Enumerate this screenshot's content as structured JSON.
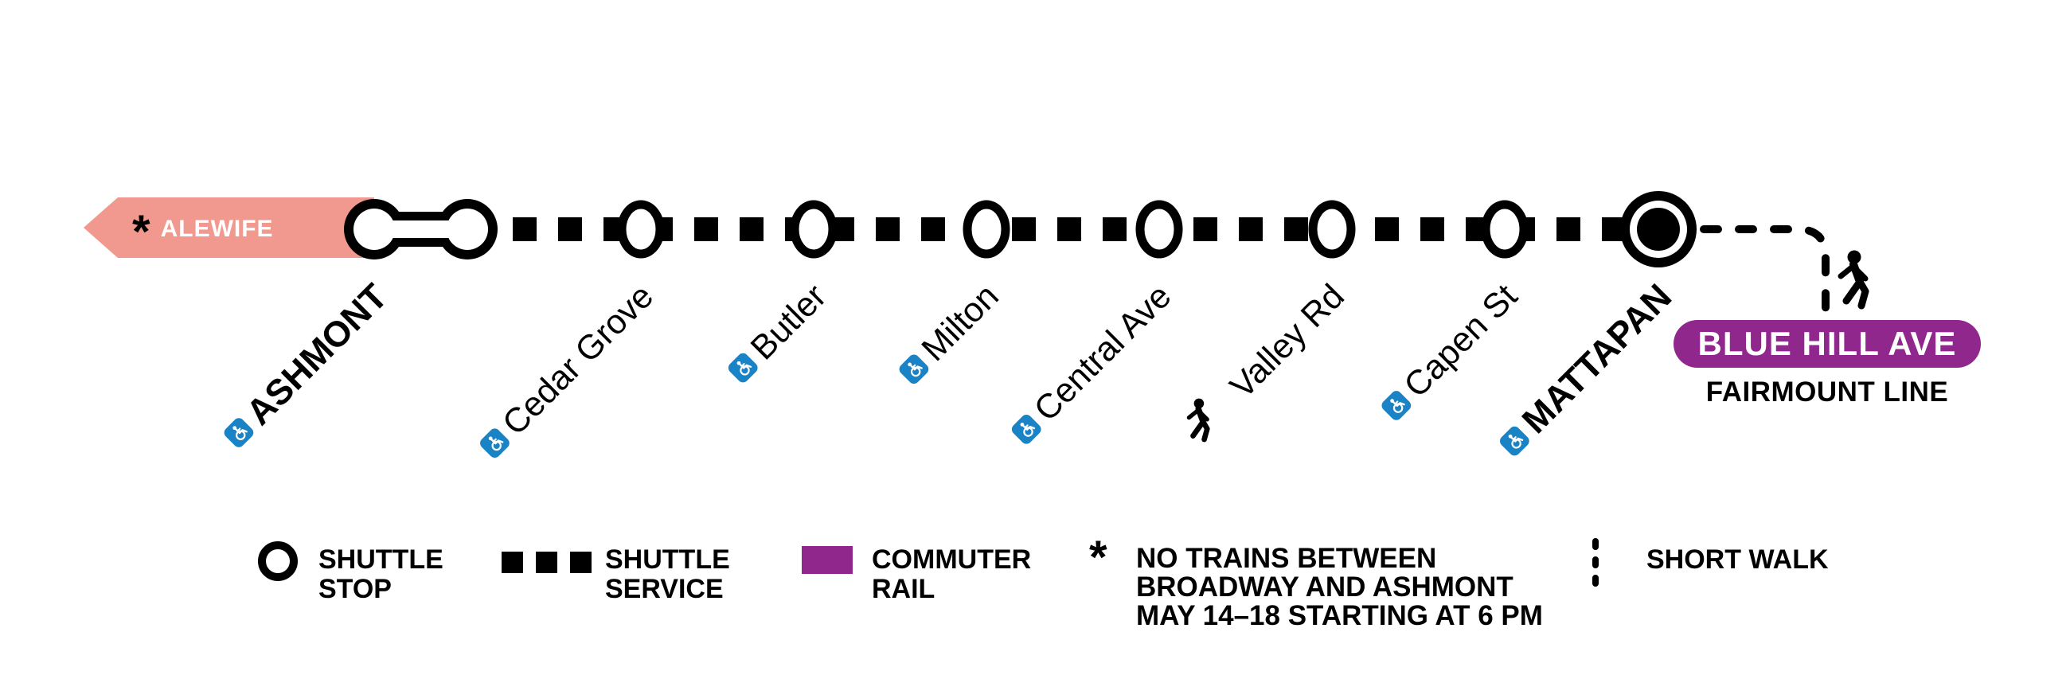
{
  "diagram": {
    "direction_arrow": {
      "symbol": "*",
      "label": "ALEWIFE"
    },
    "stations": [
      {
        "name": "ASHMONT",
        "accessible": true,
        "terminal": true,
        "stop_type": "double-shuttle-stop"
      },
      {
        "name": "Cedar Grove",
        "accessible": true,
        "terminal": false,
        "stop_type": "shuttle-stop"
      },
      {
        "name": "Butler",
        "accessible": true,
        "terminal": false,
        "stop_type": "shuttle-stop"
      },
      {
        "name": "Milton",
        "accessible": true,
        "terminal": false,
        "stop_type": "shuttle-stop"
      },
      {
        "name": "Central Ave",
        "accessible": true,
        "terminal": false,
        "stop_type": "shuttle-stop"
      },
      {
        "name": "Valley Rd",
        "accessible": false,
        "terminal": false,
        "stop_type": "shuttle-stop"
      },
      {
        "name": "Capen St",
        "accessible": true,
        "terminal": false,
        "stop_type": "shuttle-stop"
      },
      {
        "name": "MATTAPAN",
        "accessible": true,
        "terminal": true,
        "stop_type": "terminal-bullseye"
      }
    ],
    "connection": {
      "station": "BLUE HILL AVE",
      "line": "FAIRMOUNT LINE",
      "access": "short walk"
    }
  },
  "legend": {
    "shuttle_stop": {
      "line1": "SHUTTLE",
      "line2": "STOP"
    },
    "shuttle_service": {
      "line1": "SHUTTLE",
      "line2": "SERVICE"
    },
    "commuter_rail": {
      "line1": "COMMUTER",
      "line2": "RAIL"
    },
    "note": {
      "symbol": "*",
      "lines": [
        "NO TRAINS BETWEEN",
        "BROADWAY AND ASHMONT",
        "MAY 14–18 STARTING AT 6 PM"
      ]
    },
    "short_walk": {
      "label": "SHORT WALK"
    }
  },
  "colors": {
    "shuttle_arrow_red": "#F2998F",
    "commuter_rail_purple": "#90278C",
    "accessibility_blue": "#1A83C6",
    "line_black": "#000000",
    "text_white": "#FFFFFF"
  }
}
